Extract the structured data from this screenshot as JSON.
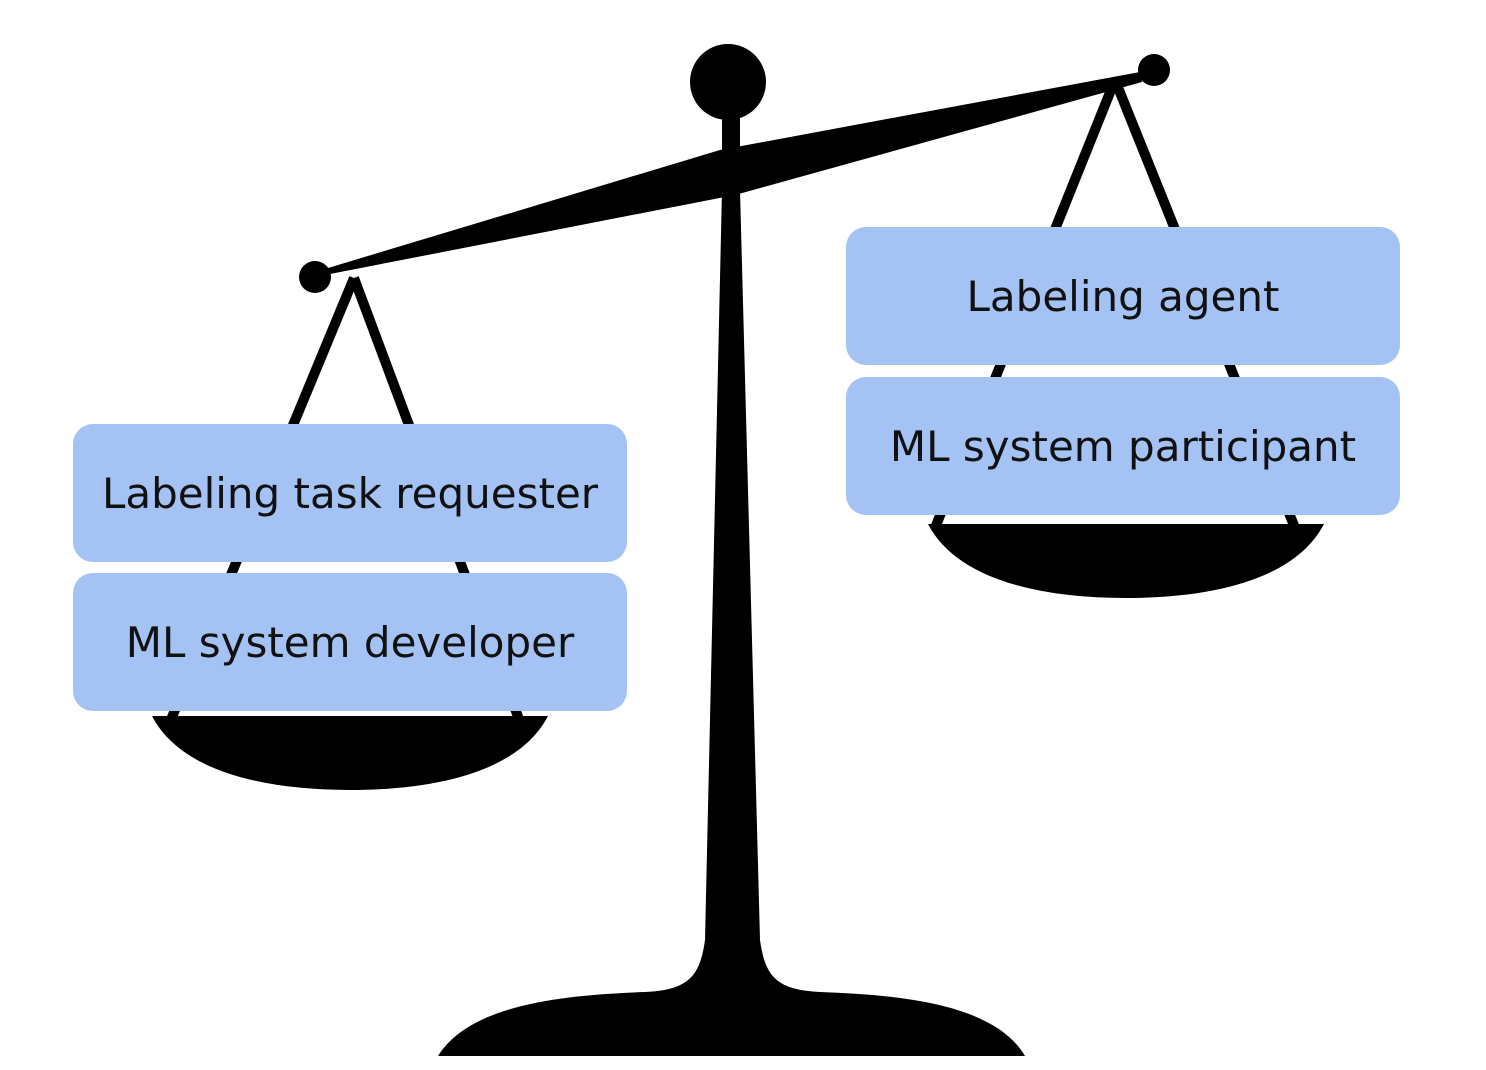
{
  "colors": {
    "box_fill": "#a4c2f4",
    "scale_fill": "#000000",
    "background": "#ffffff",
    "text": "#111111"
  },
  "icon": "balance-scale-icon",
  "left_pan": {
    "labels": [
      "Labeling task requester",
      "ML system developer"
    ]
  },
  "right_pan": {
    "labels": [
      "Labeling agent",
      "ML system participant"
    ]
  }
}
